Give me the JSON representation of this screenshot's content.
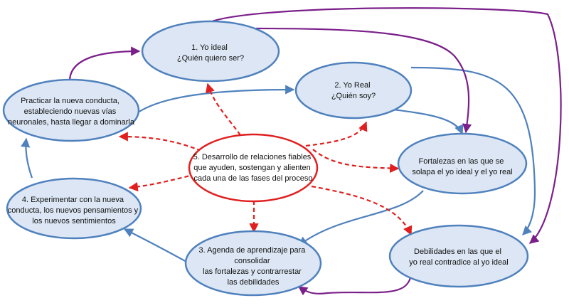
{
  "colors": {
    "node_fill": "#dce6f4",
    "node_stroke": "#4f81bd",
    "center_fill": "#ffffff",
    "center_stroke": "#e02020",
    "arrow_blue": "#4f81bd",
    "arrow_purple": "#7b1f8a",
    "arrow_red": "#e02020"
  },
  "nodes": {
    "ideal": [
      "1. Yo ideal",
      "¿Quién quiero ser?"
    ],
    "real": [
      "2. Yo Real",
      "¿Quién soy?"
    ],
    "fortalezas": [
      "Fortalezas en las que se",
      "solapa el yo ideal y el yo real"
    ],
    "debilidades": [
      "Debilidades en las que el",
      "yo real contradice al yo ideal"
    ],
    "agenda": [
      "3. Agenda de aprendizaje para",
      "consolidar",
      "las fortalezas y contrarrestar",
      "las debilidades"
    ],
    "experimentar": [
      "4. Experimentar con la nueva",
      "conducta, los nuevos pensamientos y",
      "los nuevos sentimientos"
    ],
    "practicar": [
      "Practicar la nueva conducta,",
      "estableciendo nuevas vías",
      "neuronales, hasta llegar a dominarla"
    ],
    "relaciones": [
      "5. Desarrollo de relaciones fiables",
      "que ayuden, sostengan y alienten",
      "cada una de las fases del proceso"
    ]
  }
}
